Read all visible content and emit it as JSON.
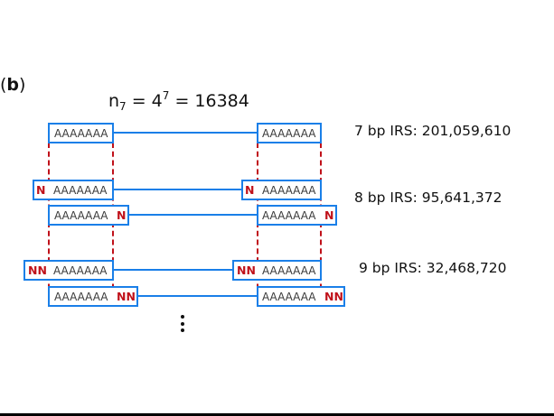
{
  "panel_label": {
    "open": "(",
    "letter": "b",
    "close": ")"
  },
  "formula": {
    "var": "n",
    "subscript": "7",
    "eq1": " = 4",
    "exponent": "7",
    "eq2": " = 16384"
  },
  "sequence": "AAAAAAA",
  "flank_single": "N",
  "flank_double": "NN",
  "irs_labels": [
    "7 bp IRS: 201,059,610",
    "8 bp IRS: 95,641,372",
    "9 bp IRS: 32,468,720"
  ],
  "ellipsis": "vertical-ellipsis",
  "colors": {
    "box_border": "#1a7fe8",
    "flank_text": "#c0111a",
    "dash": "#c0111a",
    "sequence_text": "#3a3a3a"
  }
}
